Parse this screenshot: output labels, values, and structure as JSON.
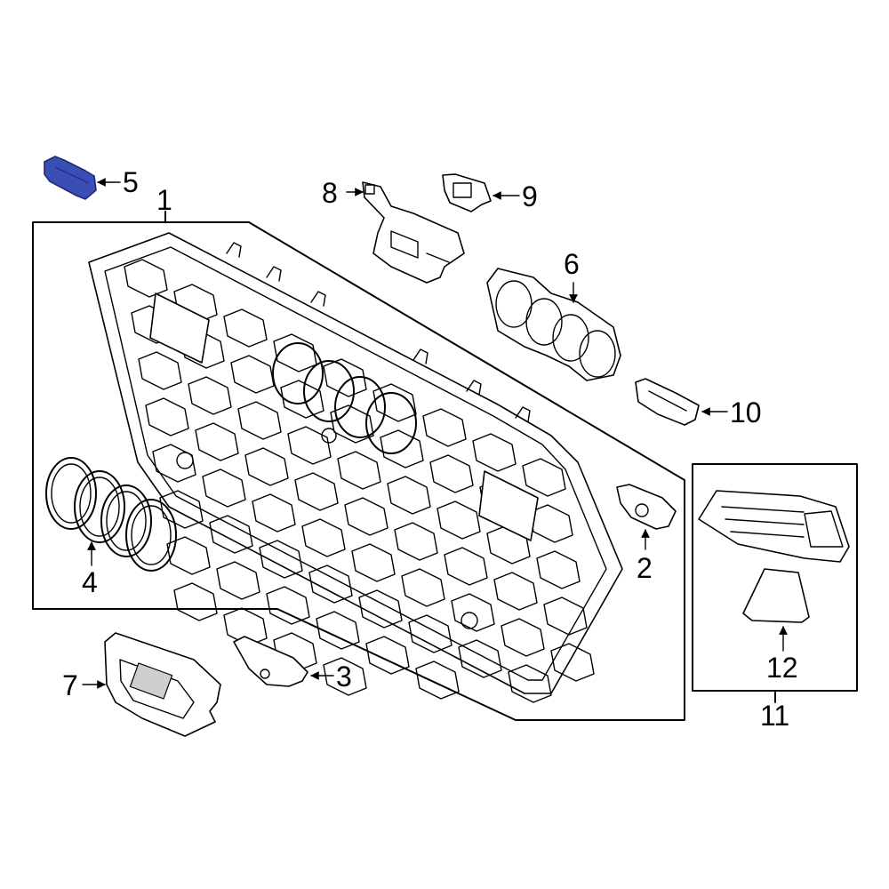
{
  "diagram": {
    "highlight_color": "#3a4fb5",
    "callouts": {
      "c1": "1",
      "c2": "2",
      "c3": "3",
      "c4": "4",
      "c5": "5",
      "c6": "6",
      "c7": "7",
      "c8": "8",
      "c9": "9",
      "c10": "10",
      "c11": "11",
      "c12": "12"
    }
  }
}
